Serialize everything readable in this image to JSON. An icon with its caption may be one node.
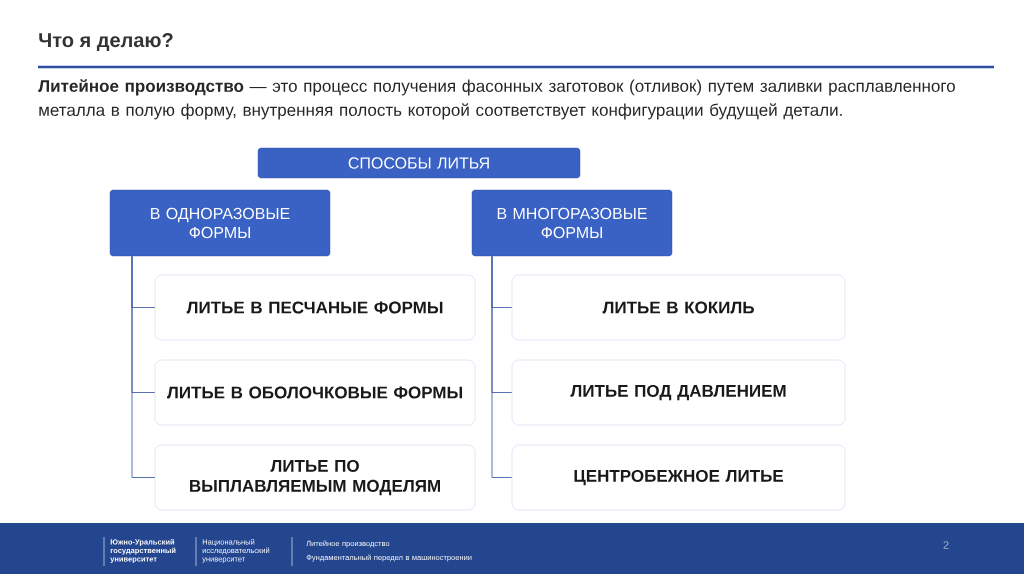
{
  "diagram": {
    "title": "Что я делаю?",
    "nodes": [
      {
        "text": [
          "СПОСОБЫ ЛИТЬЯ"
        ]
      },
      {
        "text": [
          "В ОДНОРАЗОВЫЕ ФОРМЫ"
        ]
      },
      {
        "text": [
          "В МНОГОРАЗОВЫЕ ФОРМЫ"
        ]
      },
      {
        "text": [
          "ЛИТЬЕ В ПЕСЧАНЫЕ ФОРМЫ"
        ]
      },
      {
        "text": [
          "ЛИТЬЕ В ОБОЛОЧКОВЫЕ ФОРМЫ"
        ]
      },
      {
        "text": [
          "ЛИТЬЕ ПО ВЫПЛАВЛЯЕМЫМ МОДЕЛЯМ"
        ]
      },
      {
        "text": [
          "ЛИТЬЕ В КОКИЛЬ"
        ]
      },
      {
        "text": [
          "ЛИТЬЕ ПОД ДАВЛЕНИЕМ"
        ]
      },
      {
        "text": [
          "ЦЕНТРОБЕЖНОЕ ЛИТЬЕ"
        ]
      }
    ],
    "edges": [
      {
        "from": 1,
        "to": 3,
        "arrow": "none"
      },
      {
        "from": 1,
        "to": 4,
        "arrow": "none"
      },
      {
        "from": 1,
        "to": 5,
        "arrow": "none"
      },
      {
        "from": 2,
        "to": 6,
        "arrow": "none"
      },
      {
        "from": 2,
        "to": 7,
        "arrow": "none"
      },
      {
        "from": 2,
        "to": 8,
        "arrow": "none"
      }
    ],
    "labels": [
      "**Литейное производство** — это процесс получения фасонных заготовок (отливок) путем заливки расплавленного металла в полую форму, внутренняя полость которой соответствует конфигурации будущей детали.",
      "Южно-Уральский государственный университет",
      "Национальный исследовательский университет",
      "Литейное производство",
      "Фундаментальный передел в машиностроении",
      "2"
    ]
  }
}
